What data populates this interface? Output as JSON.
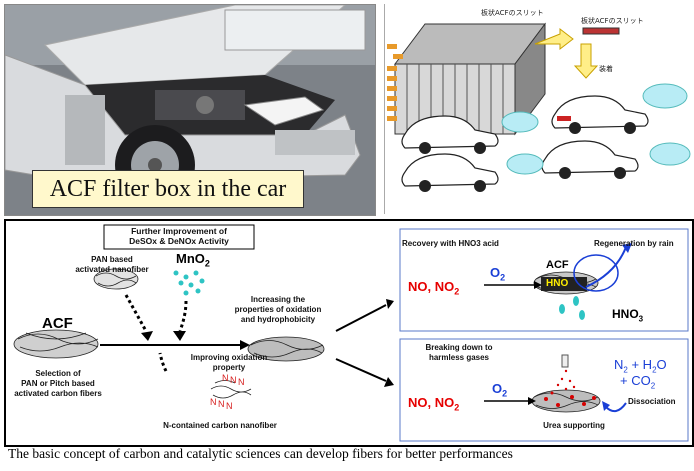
{
  "photo": {
    "caption": "ACF filter box in the car"
  },
  "jp_diagram": {
    "slit_label_1": "板状ACFのスリット",
    "slit_label_2": "板状ACFのスリット",
    "mount_label": "装着"
  },
  "concept": {
    "title_line1": "Further Improvement of",
    "title_line2": "DeSOx & DeNOx Activity",
    "pan_label_1": "PAN based",
    "pan_label_2": "activated nanofiber",
    "mno2": "MnO",
    "mno2_sub": "2",
    "acf": "ACF",
    "selection_1": "Selection of",
    "selection_2": "PAN or Pitch based",
    "selection_3": "activated carbon fibers",
    "increasing_1": "Increasing the",
    "increasing_2": "properties of oxidation",
    "increasing_3": "and hydrophobicity",
    "improving_1": "Improving oxidation",
    "improving_2": "property",
    "n_fiber": "N-contained carbon  nanofiber",
    "n_letters": [
      "N",
      "N",
      "N",
      "N",
      "N",
      "N"
    ],
    "recovery": "Recovery with HNO3 acid",
    "regeneration": "Regeneration by rain",
    "no_no2_top": "NO, NO",
    "no_no2_top_sub": "2",
    "o2_top": "O",
    "o2_top_sub": "2",
    "acf_top": "ACF",
    "hno_label": "HNO",
    "hno3": "HNO",
    "hno3_sub": "3",
    "breaking_1": "Breaking down to",
    "breaking_2": "harmless gases",
    "no_no2_bot": "NO, NO",
    "no_no2_bot_sub": "2",
    "o2_bot": "O",
    "o2_bot_sub": "2",
    "products_1": "N",
    "products_1_sub": "2",
    "products_2": " + H",
    "products_2_sub": "2",
    "products_3": "O",
    "products_4": "+ CO",
    "products_4_sub": "2",
    "dissociation": "Dissociation",
    "urea": "Urea supporting"
  },
  "footer": "The basic concept of carbon and catalytic sciences can develop fibers for better  performances",
  "colors": {
    "red": "#e60000",
    "blue": "#1a3fd6",
    "cyan": "#2ec4c4",
    "box_border": "#5a78c8"
  }
}
